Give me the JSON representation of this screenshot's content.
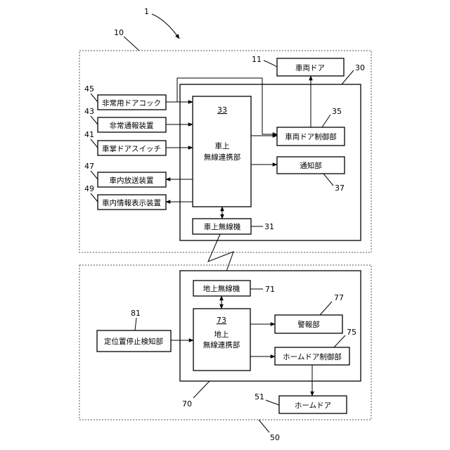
{
  "figure_number": "1",
  "onboard": {
    "region_ref": "10",
    "device_ref": "30",
    "car_door": {
      "ref": "11",
      "label": "車両ドア"
    },
    "emergency_door_cock": {
      "ref": "45",
      "label": "非常用ドアコック"
    },
    "emergency_call_device": {
      "ref": "43",
      "label": "非常通報装置"
    },
    "conductor_door_switch": {
      "ref": "41",
      "label": "車掌ドアスイッチ"
    },
    "pa_device": {
      "ref": "47",
      "label": "車内放送装置"
    },
    "info_display_device": {
      "ref": "49",
      "label": "車内情報表示装置"
    },
    "cooperation_unit": {
      "ref": "33",
      "line1": "車上",
      "line2": "無線連携部"
    },
    "door_control_unit": {
      "ref": "35",
      "label": "車両ドア制御部"
    },
    "notification_unit": {
      "ref": "37",
      "label": "通知部"
    },
    "radio": {
      "ref": "31",
      "label": "車上無線機"
    }
  },
  "ground": {
    "region_ref": "50",
    "device_ref": "70",
    "radio": {
      "ref": "71",
      "label": "地上無線機"
    },
    "cooperation_unit": {
      "ref": "73",
      "line1": "地上",
      "line2": "無線連携部"
    },
    "alarm_unit": {
      "ref": "77",
      "label": "警報部"
    },
    "platform_door_control": {
      "ref": "75",
      "label": "ホームドア制御部"
    },
    "stop_detection": {
      "ref": "81",
      "label": "定位置停止検知部"
    },
    "platform_door": {
      "ref": "51",
      "label": "ホームドア"
    }
  }
}
